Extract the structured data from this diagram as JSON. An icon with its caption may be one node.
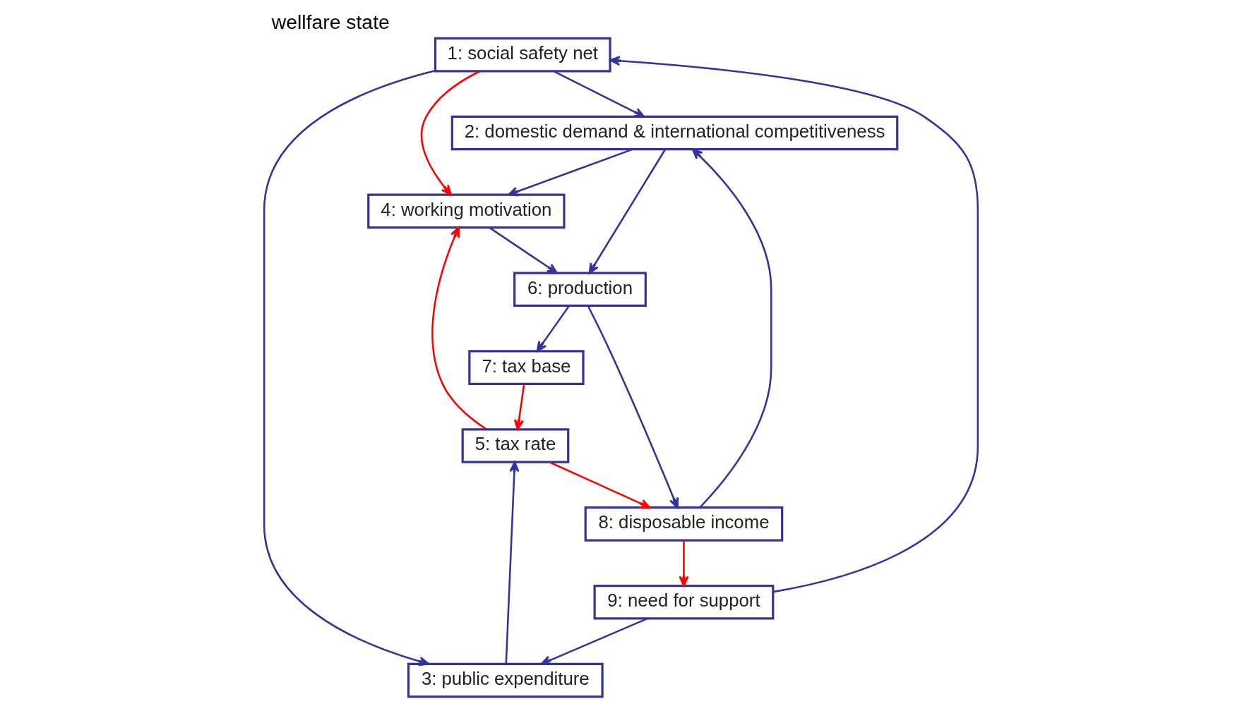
{
  "diagram": {
    "title": "wellfare state",
    "nodes": [
      {
        "text": [
          "1: social safety net"
        ]
      },
      {
        "text": [
          "2: domestic demand & international competitiveness"
        ]
      },
      {
        "text": [
          "3: public expenditure"
        ]
      },
      {
        "text": [
          "4: working motivation"
        ]
      },
      {
        "text": [
          "5: tax rate"
        ]
      },
      {
        "text": [
          "6: production"
        ]
      },
      {
        "text": [
          "7: tax base"
        ]
      },
      {
        "text": [
          "8: disposable income"
        ]
      },
      {
        "text": [
          "9: need for support"
        ]
      }
    ],
    "edges": [
      {
        "from": 0,
        "to": 1,
        "arrow": "to"
      },
      {
        "from": 0,
        "to": 2,
        "arrow": "to"
      },
      {
        "from": 0,
        "to": 3,
        "arrow": "to",
        "color": "#ff0000"
      },
      {
        "from": 8,
        "to": 0,
        "arrow": "to"
      },
      {
        "from": 8,
        "to": 2,
        "arrow": "to"
      },
      {
        "from": 2,
        "to": 4,
        "arrow": "to"
      },
      {
        "from": 1,
        "to": 3,
        "arrow": "to"
      },
      {
        "from": 1,
        "to": 5,
        "arrow": "to"
      },
      {
        "from": 7,
        "to": 1,
        "arrow": "to"
      },
      {
        "from": 4,
        "to": 3,
        "arrow": "to",
        "color": "#ff0000"
      },
      {
        "from": 4,
        "to": 7,
        "arrow": "to",
        "color": "#ff0000"
      },
      {
        "from": 3,
        "to": 5,
        "arrow": "to"
      },
      {
        "from": 5,
        "to": 7,
        "arrow": "to"
      },
      {
        "from": 5,
        "to": 6,
        "arrow": "to"
      },
      {
        "from": 6,
        "to": 4,
        "arrow": "to",
        "color": "#ff0000"
      },
      {
        "from": 7,
        "to": 8,
        "arrow": "to",
        "color": "#ff0000"
      }
    ]
  }
}
